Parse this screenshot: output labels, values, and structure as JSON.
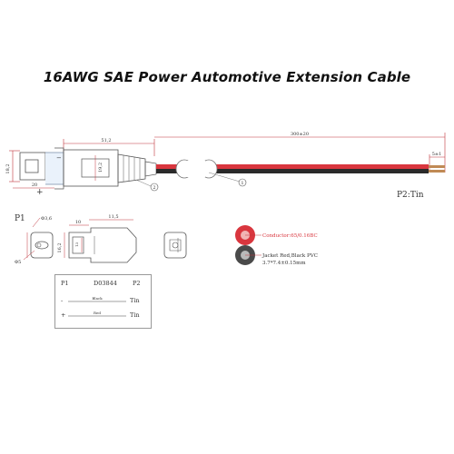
{
  "title": "16AWG SAE Power Automotive Extension Cable",
  "dimensions": {
    "d_18_2": "18,2",
    "d_20": "20",
    "d_51_2": "51,2",
    "d_19_2": "19,2",
    "d_300": "300±20",
    "d_5_4": "5±1",
    "d_10": "10",
    "d_11_5": "11,5",
    "d_16": "16,2",
    "d_13": "13",
    "d_6": "Φ5",
    "d_3": "Φ3,6"
  },
  "callouts": {
    "c1": "1",
    "c2": "2"
  },
  "labels": {
    "p2_tin": "P2:Tin",
    "p1": "P1",
    "plus": "+",
    "minus": "−"
  },
  "cable_spec": {
    "conductor": "Conductor:65/0.16BC",
    "jacket": "Jacket Red,Black PVC",
    "size": "3.7*7.4±0.15mm"
  },
  "wiring_table": {
    "p1": "P1",
    "code": "D03844",
    "p2": "P2",
    "rows": [
      {
        "pin": "-",
        "wire": "Black",
        "end": "Tin"
      },
      {
        "pin": "+",
        "wire": "Red",
        "end": "Tin"
      }
    ]
  },
  "colors": {
    "red_wire": "#d9363e",
    "black_wire": "#2a2a2a",
    "dim_line": "#c0343c",
    "outline": "#555555"
  }
}
